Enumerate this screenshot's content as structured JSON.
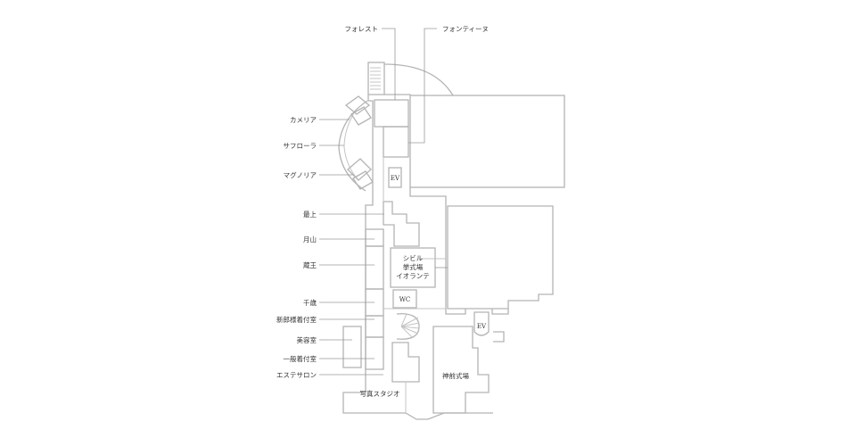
{
  "rooms": {
    "forest": "フォレスト",
    "fontaine": "フォンティーヌ",
    "camellia": "カメリア",
    "saflora": "サフローラ",
    "magnolia": "マグノリア",
    "ev_upper": "EV",
    "mogami": "最上",
    "gassan": "月山",
    "zao": "蔵王",
    "sibyl": [
      "シビル",
      "挙式場",
      "イオランテ"
    ],
    "senzai": "千歳",
    "wc": "WC",
    "groom_dressing": "新郎様着付室",
    "beauty_salon": "美容室",
    "general_dressing": "一般着付室",
    "esthetic_salon": "エステサロン",
    "photo_studio": "写真スタジオ",
    "ev_lower": "EV",
    "shinzen_hall": "神前式場"
  },
  "colors": {
    "wall": "#b4b4b4",
    "leader": "#9a9a9a",
    "text": "#333333",
    "background": "#ffffff"
  }
}
